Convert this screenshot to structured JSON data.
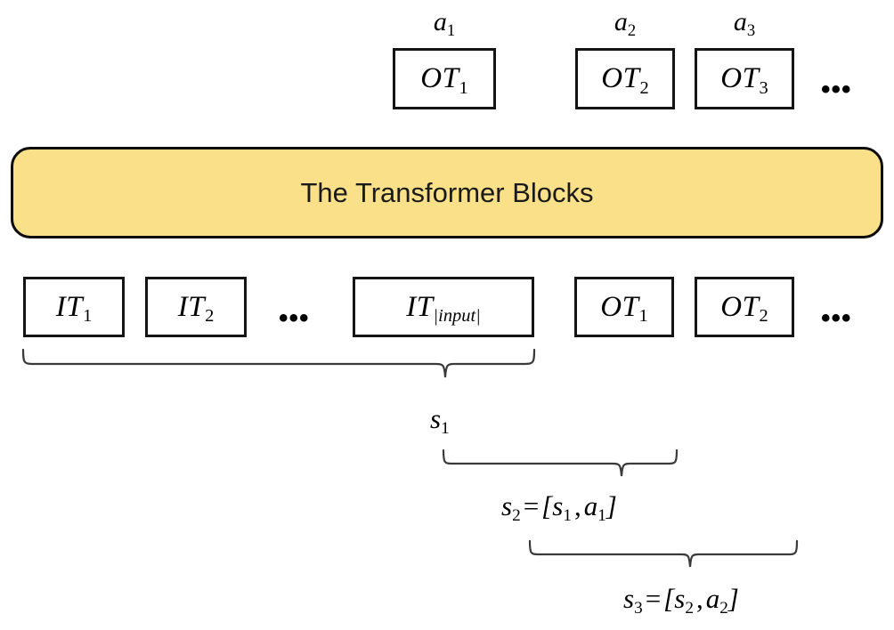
{
  "diagram": {
    "title": "Transformer token sequence with state and action annotations",
    "background_color": "#ffffff",
    "ink_color": "#000000"
  },
  "banner": {
    "label": "The Transformer Blocks",
    "fill_color": "#fbe08a",
    "border_color": "#0d0d0d"
  },
  "output_row": {
    "name": "generated-output-tokens",
    "ellipsis": "•••",
    "boxes": [
      {
        "base": "OT",
        "sub": "1",
        "action_label_base": "a",
        "action_label_sub": "1"
      },
      {
        "base": "OT",
        "sub": "2",
        "action_label_base": "a",
        "action_label_sub": "2"
      },
      {
        "base": "OT",
        "sub": "3",
        "action_label_base": "a",
        "action_label_sub": "3"
      }
    ]
  },
  "input_row": {
    "name": "transformer-input-sequence",
    "ellipsis_mid": "•••",
    "ellipsis_end": "•••",
    "boxes": [
      {
        "base": "IT",
        "sub": "1",
        "sub_italic": false
      },
      {
        "base": "IT",
        "sub": "2",
        "sub_italic": false
      },
      {
        "base": "IT",
        "sub": "|input|",
        "sub_italic": true
      },
      {
        "base": "OT",
        "sub": "1",
        "sub_italic": false
      },
      {
        "base": "OT",
        "sub": "2",
        "sub_italic": false
      }
    ]
  },
  "states": [
    {
      "name": "state-1",
      "base": "s",
      "sub": "1",
      "equation": "",
      "text": "s₁"
    },
    {
      "name": "state-2",
      "base": "s",
      "sub": "2",
      "equation": "= [s₁, a₁]",
      "text": "s₂ = [s₁, a₁]"
    },
    {
      "name": "state-3",
      "base": "s",
      "sub": "3",
      "equation": "= [s₂, a₂]",
      "text": "s₃ = [s₂, a₂]"
    }
  ]
}
